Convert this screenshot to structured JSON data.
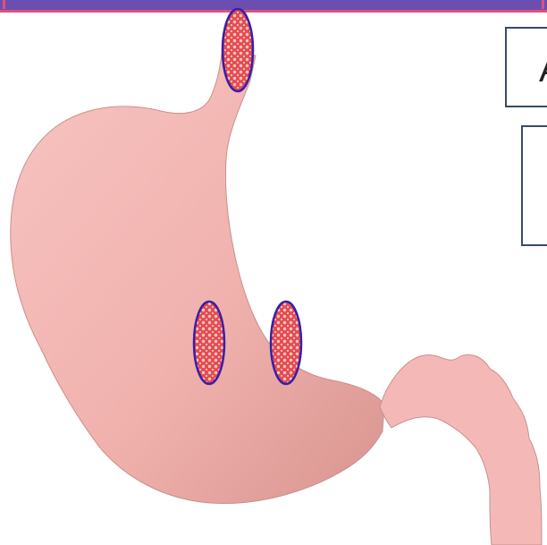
{
  "diagram": {
    "subject": "stomach",
    "colors": {
      "organ_fill": "#f4b9b6",
      "organ_outline": "#c9908c",
      "lesion_fill": "#e6525a",
      "lesion_dots": "#f7c9b8",
      "lesion_outline": "#3a1ea8",
      "top_bar": "#6a4fb0",
      "top_bar_border": "#e0507f",
      "box_border": "#3a4a60"
    },
    "label_box": {
      "text": "A"
    },
    "lesions": [
      {
        "location": "esophagus"
      },
      {
        "location": "lesser-curvature-left"
      },
      {
        "location": "lesser-curvature-right"
      }
    ]
  }
}
